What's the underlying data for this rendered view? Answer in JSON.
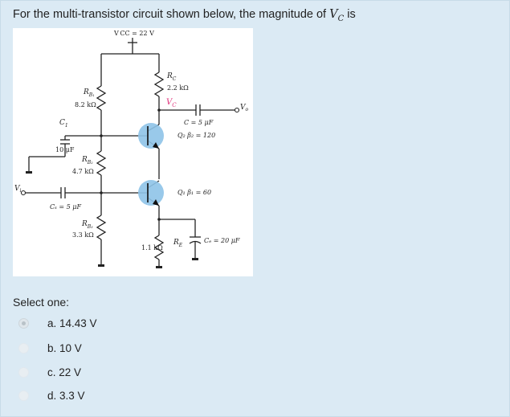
{
  "question": {
    "text_before": "For the multi-transistor circuit shown below, the magnitude of ",
    "var": "V",
    "var_sub": "C",
    "text_after": " is"
  },
  "circuit": {
    "vcc": "V CC = 22 V",
    "rb1_name": "R",
    "rb1_sub": "B₁",
    "rb1_val": "8.2 kΩ",
    "rb2_name": "R",
    "rb2_sub": "B₂",
    "rb2_val": "4.7 kΩ",
    "rb3_name": "R",
    "rb3_sub": "B₃",
    "rb3_val": "3.3 kΩ",
    "rc_name": "R",
    "rc_sub": "C",
    "rc_val": "2.2 kΩ",
    "vc_label": "V",
    "vc_sub": "C",
    "re_name": "R",
    "re_sub": "E",
    "re_val": "1.1 kΩ",
    "c1_name": "C",
    "c1_sub": "1",
    "c1_val": "10 μF",
    "cs_label": "Cₛ = 5 μF",
    "cout_label": "C = 5 μF",
    "ce_label": "Cₑ = 20 μF",
    "vo_label": "V",
    "vo_sub": "o",
    "vi_label": "V",
    "vi_sub": "i",
    "q2_label": "Q₂  β₂ = 120",
    "q1_label": "Q₁  β₁ = 60"
  },
  "prompt": "Select one:",
  "options": [
    {
      "label": "a. 14.43 V",
      "checked": true
    },
    {
      "label": "b. 10 V",
      "checked": false
    },
    {
      "label": "c. 22 V",
      "checked": false
    },
    {
      "label": "d. 3.3 V",
      "checked": false
    }
  ],
  "colors": {
    "panel_bg": "#dbeaf4",
    "transistor_fill": "#8ec3e8",
    "vc_label": "#e0307a"
  }
}
